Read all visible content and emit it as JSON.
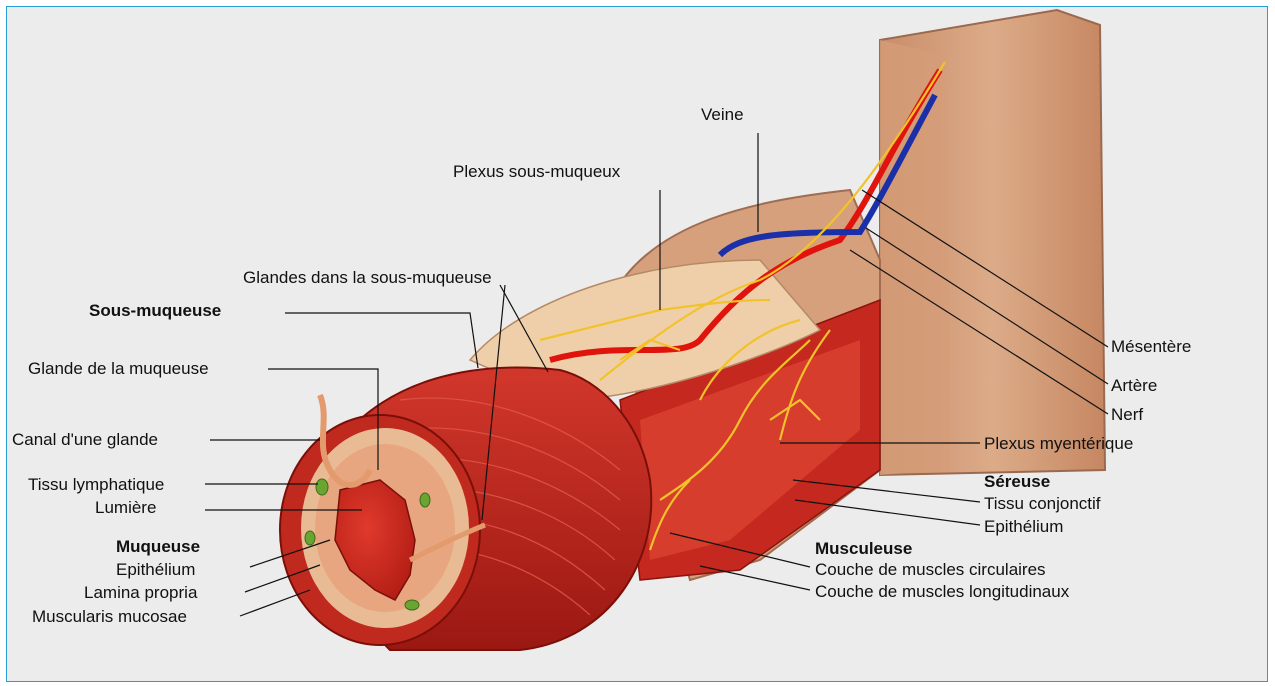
{
  "labels": {
    "veine": "Veine",
    "plexus_sous_muqueux": "Plexus sous-muqueux",
    "glandes_sous_muqueuse": "Glandes dans la sous-muqueuse",
    "sous_muqueuse": "Sous-muqueuse",
    "glande_muqueuse": "Glande de la muqueuse",
    "canal_glande": "Canal d'une glande",
    "tissu_lymphatique": "Tissu lymphatique",
    "lumiere": "Lumière",
    "muqueuse": "Muqueuse",
    "epithelium_muqueuse": "Epithélium",
    "lamina_propria": "Lamina propria",
    "muscularis_mucosae": "Muscularis mucosae",
    "mesentere": "Mésentère",
    "artere": "Artère",
    "nerf": "Nerf",
    "plexus_myenterique": "Plexus myentérique",
    "sereuse": "Séreuse",
    "tissu_conjonctif": "Tissu conjonctif",
    "epithelium_sereuse": "Epithélium",
    "musculeuse": "Musculeuse",
    "muscles_circulaires": "Couche de muscles circulaires",
    "muscles_longitudinaux": "Couche de muscles longitudinaux"
  },
  "colors": {
    "frame_border": "#2a9fd6",
    "background": "#ececec",
    "muscle_red": "#c8241c",
    "serosa_tan": "#d9a27f",
    "submucosa_beige": "#ebcaa5",
    "artery_red": "#e0140c",
    "vein_blue": "#1b2fa8",
    "nerve_yellow": "#f2c22a",
    "lymph_green": "#6aa532"
  }
}
